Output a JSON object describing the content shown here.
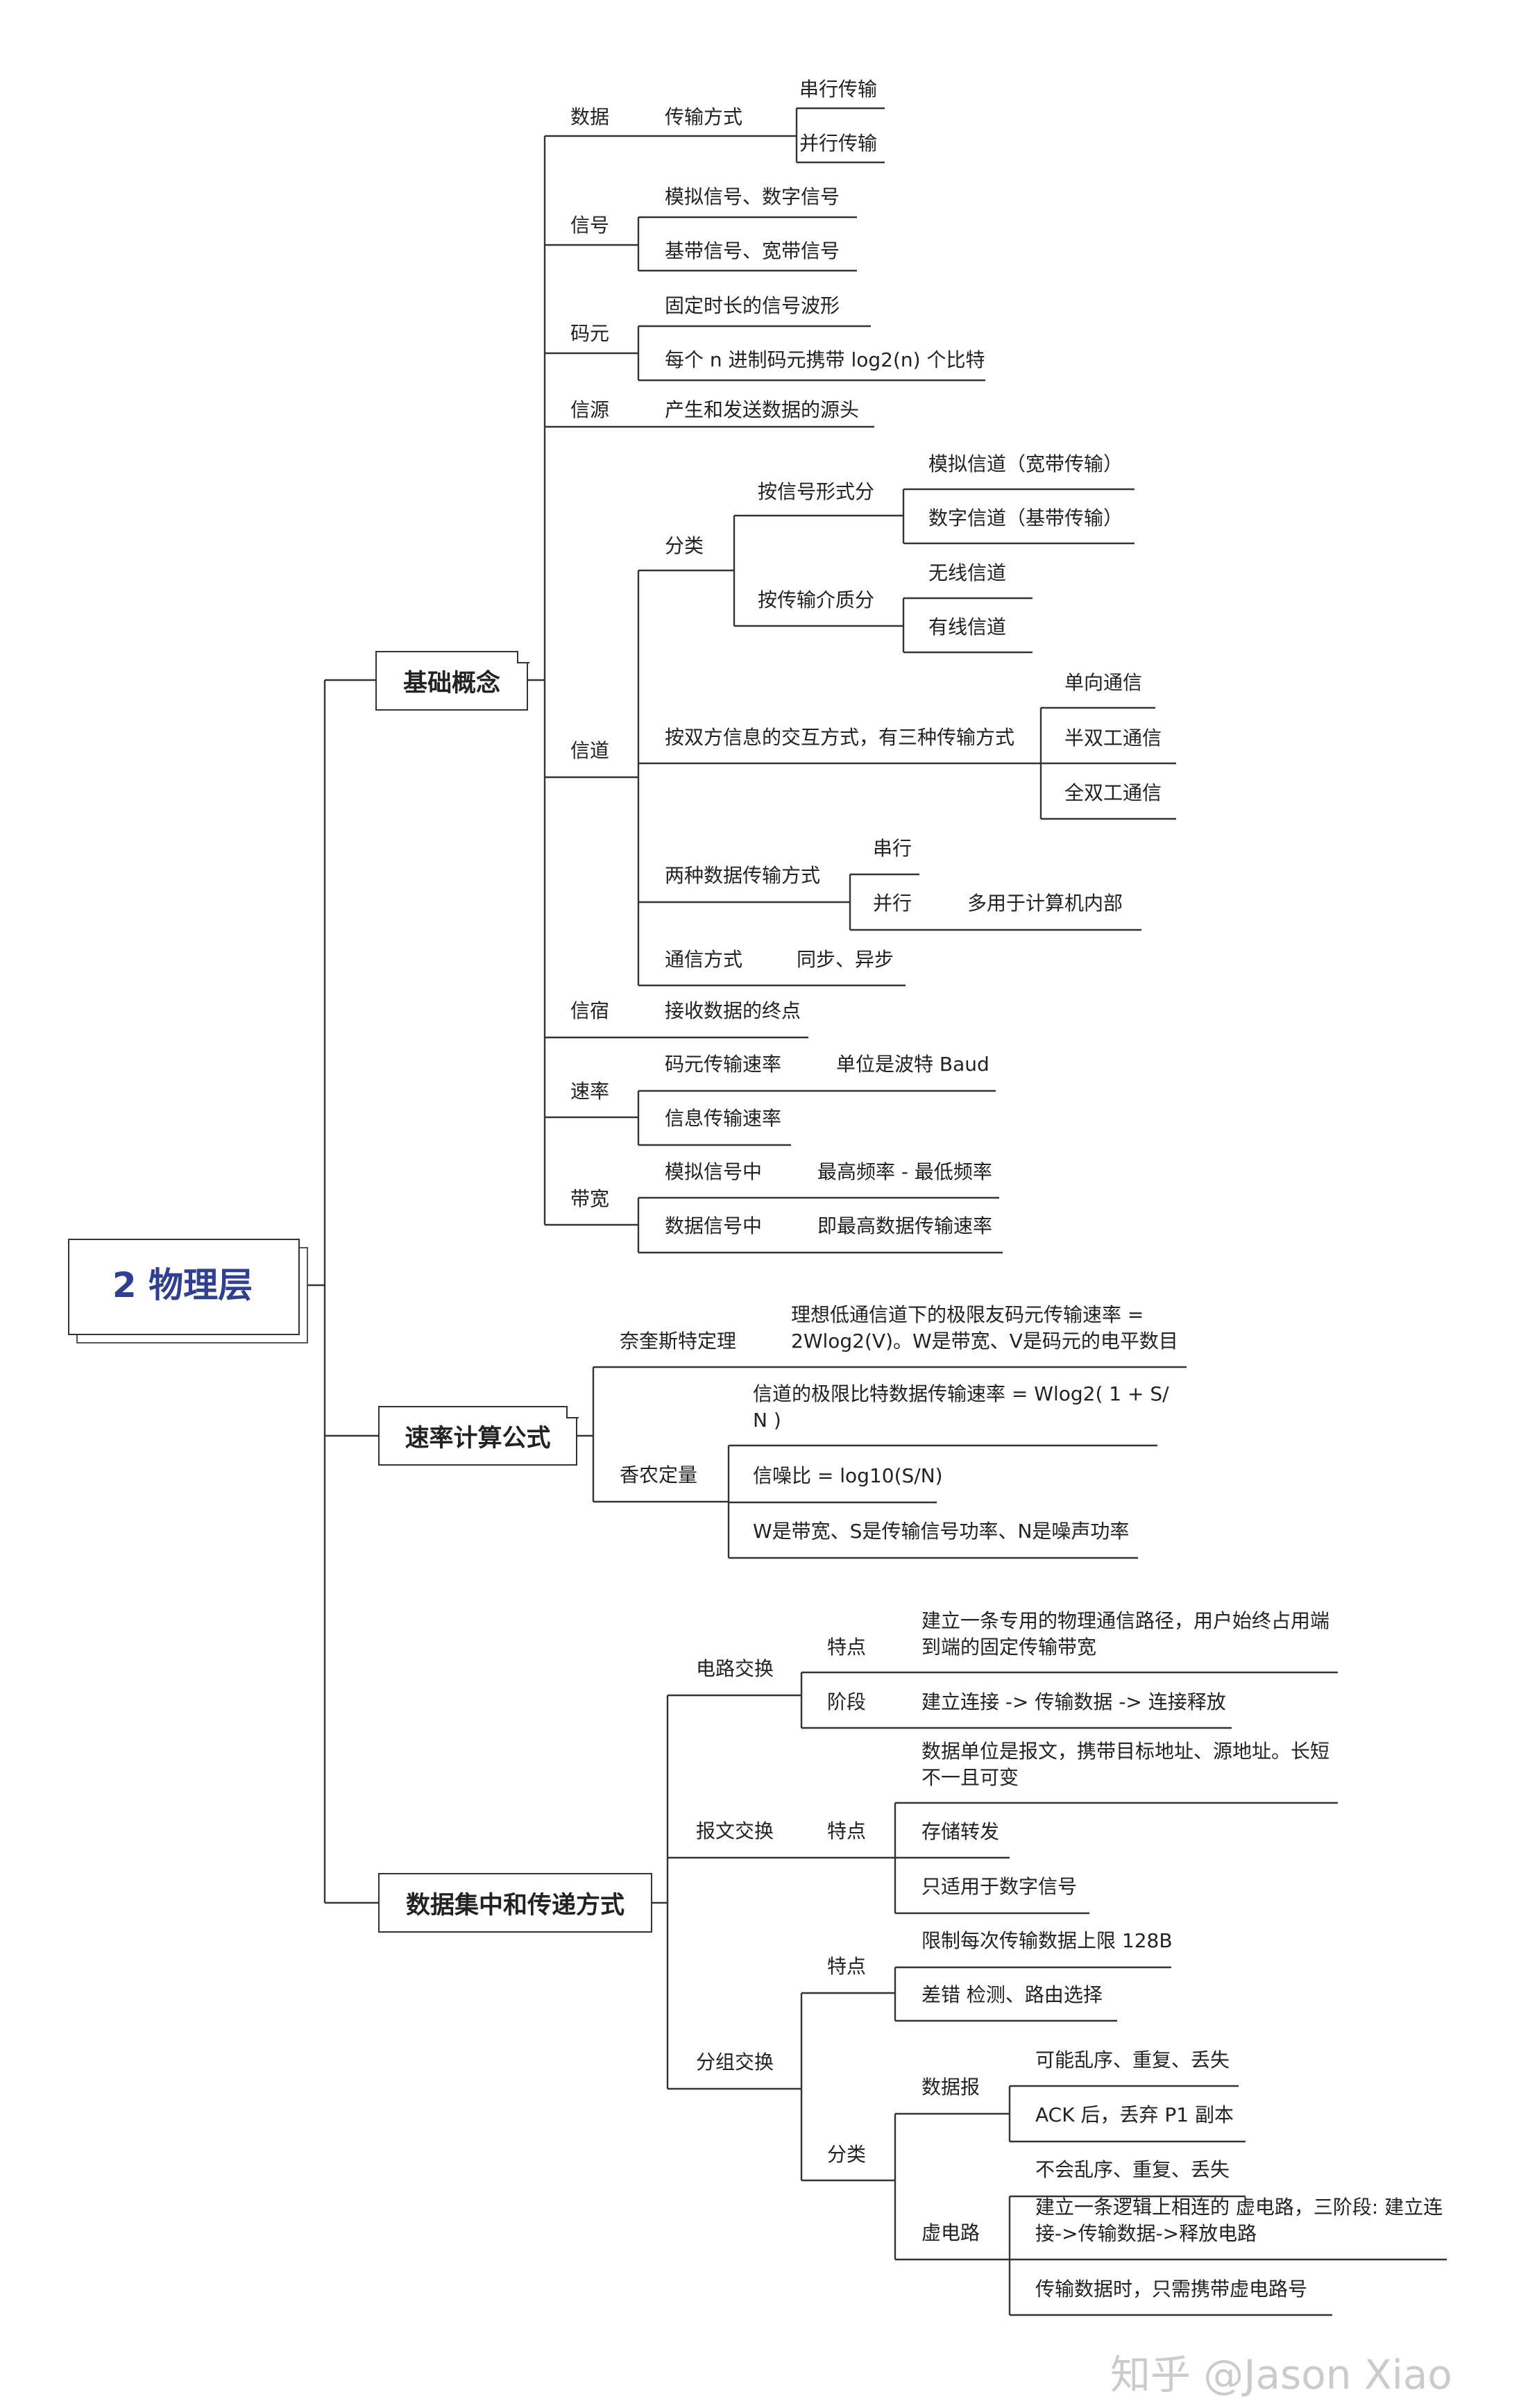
{
  "root": "2 物理层",
  "branches": {
    "basic": {
      "title": "基础概念",
      "data": {
        "label": "数据",
        "mode": "传输方式",
        "serial": "串行传输",
        "parallel": "并行传输"
      },
      "signal": {
        "label": "信号",
        "a": "模拟信号、数字信号",
        "b": "基带信号、宽带信号"
      },
      "symbol": {
        "label": "码元",
        "a": "固定时长的信号波形",
        "b": "每个 n 进制码元携带 log2(n) 个比特"
      },
      "source": {
        "label": "信源",
        "a": "产生和发送数据的源头"
      },
      "channel": {
        "label": "信道",
        "classify": "分类",
        "by_form": "按信号形式分",
        "analog": "模拟信道（宽带传输）",
        "digital": "数字信道（基带传输）",
        "by_medium": "按传输介质分",
        "wireless": "无线信道",
        "wired": "有线信道",
        "interaction": "按双方信息的交互方式，有三种传输方式",
        "simplex": "单向通信",
        "half": "半双工通信",
        "full": "全双工通信",
        "two_modes": "两种数据传输方式",
        "serial": "串行",
        "parallel": "并行",
        "parallel_note": "多用于计算机内部",
        "comm_mode": "通信方式",
        "sync": "同步、异步"
      },
      "sink": {
        "label": "信宿",
        "a": "接收数据的终点"
      },
      "rate": {
        "label": "速率",
        "symbol_rate": "码元传输速率",
        "unit": "单位是波特 Baud",
        "info_rate": "信息传输速率"
      },
      "bandwidth": {
        "label": "带宽",
        "analog": "模拟信号中",
        "analog_v": "最高频率 - 最低频率",
        "digital": "数据信号中",
        "digital_v": "即最高数据传输速率"
      }
    },
    "formula": {
      "title": "速率计算公式",
      "nyquist": "奈奎斯特定理",
      "nyquist_l1": "理想低通信道下的极限友码元传输速率 =",
      "nyquist_l2": "2Wlog2(V)。W是带宽、V是码元的电平数目",
      "shannon": "香农定量",
      "shannon_l1": "信道的极限比特数据传输速率 = Wlog2( 1 + S/",
      "shannon_l2": "N )",
      "snr": "信噪比 = log10(S/N)",
      "vars": "W是带宽、S是传输信号功率、N是噪声功率"
    },
    "switching": {
      "title": "数据集中和传递方式",
      "circuit": {
        "label": "电路交换",
        "feature": "特点",
        "feature_l1": "建立一条专用的物理通信路径，用户始终占用端",
        "feature_l2": "到端的固定传输带宽",
        "stage": "阶段",
        "stage_v": "建立连接 -> 传输数据 -> 连接释放"
      },
      "message": {
        "label": "报文交换",
        "feature": "特点",
        "a_l1": "数据单位是报文，携带目标地址、源地址。长短",
        "a_l2": "不一且可变",
        "b": "存储转发",
        "c": "只适用于数字信号"
      },
      "packet": {
        "label": "分组交换",
        "feature": "特点",
        "f1": "限制每次传输数据上限 128B",
        "f2": "差错 检测、路由选择",
        "classify": "分类",
        "datagram": "数据报",
        "dg1": "可能乱序、重复、丢失",
        "dg2": "ACK 后，丢弃 P1 副本",
        "vc": "虚电路",
        "vc1": "不会乱序、重复、丢失",
        "vc2_l1": "建立一条逻辑上相连的 虚电路，三阶段: 建立连",
        "vc2_l2": "接->传输数据->释放电路",
        "vc3": "传输数据时，只需携带虚电路号"
      }
    }
  },
  "watermark": "知乎 @Jason Xiao",
  "colors": {
    "root_text": "#2f3f93",
    "line": "#333333",
    "text": "#222222"
  }
}
